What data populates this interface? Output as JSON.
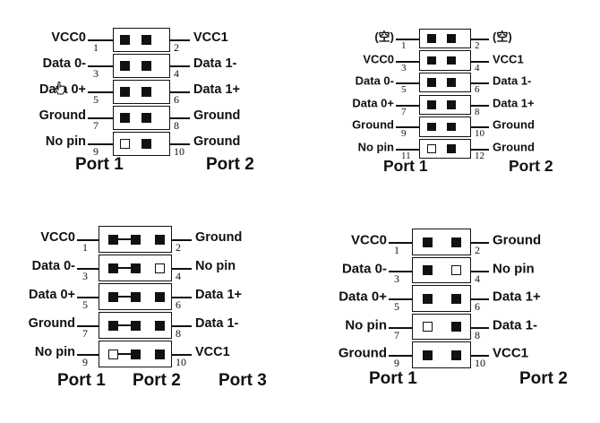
{
  "diagrams": [
    {
      "id": "d1",
      "rows": [
        {
          "left_label": "VCC0",
          "right_label": "VCC1",
          "left_num": "1",
          "right_num": "2",
          "pins": [
            "filled",
            "filled"
          ],
          "jumper": false
        },
        {
          "left_label": "Data 0-",
          "right_label": "Data 1-",
          "left_num": "3",
          "right_num": "4",
          "pins": [
            "filled",
            "filled"
          ],
          "jumper": false
        },
        {
          "left_label": "Data 0+",
          "right_label": "Data 1+",
          "left_num": "5",
          "right_num": "6",
          "pins": [
            "filled",
            "filled"
          ],
          "jumper": false
        },
        {
          "left_label": "Ground",
          "right_label": "Ground",
          "left_num": "7",
          "right_num": "8",
          "pins": [
            "filled",
            "filled"
          ],
          "jumper": false
        },
        {
          "left_label": "No pin",
          "right_label": "Ground",
          "left_num": "9",
          "right_num": "10",
          "pins": [
            "empty",
            "filled"
          ],
          "jumper": false
        }
      ],
      "ports": [
        "Port 1",
        "Port 2"
      ]
    },
    {
      "id": "d2",
      "rows": [
        {
          "left_label": "(空)",
          "right_label": "(空)",
          "left_num": "1",
          "right_num": "2",
          "pins": [
            "filled",
            "filled"
          ],
          "jumper": false
        },
        {
          "left_label": "VCC0",
          "right_label": "VCC1",
          "left_num": "3",
          "right_num": "4",
          "pins": [
            "filled",
            "filled"
          ],
          "jumper": false
        },
        {
          "left_label": "Data 0-",
          "right_label": "Data 1-",
          "left_num": "5",
          "right_num": "6",
          "pins": [
            "filled",
            "filled"
          ],
          "jumper": false
        },
        {
          "left_label": "Data 0+",
          "right_label": "Data 1+",
          "left_num": "7",
          "right_num": "8",
          "pins": [
            "filled",
            "filled"
          ],
          "jumper": false
        },
        {
          "left_label": "Ground",
          "right_label": "Ground",
          "left_num": "9",
          "right_num": "10",
          "pins": [
            "filled",
            "filled"
          ],
          "jumper": false
        },
        {
          "left_label": "No pin",
          "right_label": "Ground",
          "left_num": "11",
          "right_num": "12",
          "pins": [
            "empty",
            "filled"
          ],
          "jumper": false
        }
      ],
      "ports": [
        "Port 1",
        "Port 2"
      ]
    },
    {
      "id": "d3",
      "rows": [
        {
          "left_label": "VCC0",
          "right_label": "Ground",
          "left_num": "1",
          "right_num": "2",
          "pins": [
            "filled",
            "filled",
            "filled"
          ],
          "jumper": true
        },
        {
          "left_label": "Data 0-",
          "right_label": "No pin",
          "left_num": "3",
          "right_num": "4",
          "pins": [
            "filled",
            "filled",
            "empty"
          ],
          "jumper": true
        },
        {
          "left_label": "Data 0+",
          "right_label": "Data 1+",
          "left_num": "5",
          "right_num": "6",
          "pins": [
            "filled",
            "filled",
            "filled"
          ],
          "jumper": true
        },
        {
          "left_label": "Ground",
          "right_label": "Data 1-",
          "left_num": "7",
          "right_num": "8",
          "pins": [
            "filled",
            "filled",
            "filled"
          ],
          "jumper": true
        },
        {
          "left_label": "No pin",
          "right_label": "VCC1",
          "left_num": "9",
          "right_num": "10",
          "pins": [
            "empty",
            "filled",
            "filled"
          ],
          "jumper": true
        }
      ],
      "ports": [
        "Port 1",
        "Port 2",
        "Port 3"
      ]
    },
    {
      "id": "d4",
      "rows": [
        {
          "left_label": "VCC0",
          "right_label": "Ground",
          "left_num": "1",
          "right_num": "2",
          "pins": [
            "filled",
            "filled"
          ],
          "jumper": false
        },
        {
          "left_label": "Data 0-",
          "right_label": "No pin",
          "left_num": "3",
          "right_num": "4",
          "pins": [
            "filled",
            "empty"
          ],
          "jumper": false
        },
        {
          "left_label": "Data 0+",
          "right_label": "Data 1+",
          "left_num": "5",
          "right_num": "6",
          "pins": [
            "filled",
            "filled"
          ],
          "jumper": false
        },
        {
          "left_label": "No pin",
          "right_label": "Data 1-",
          "left_num": "7",
          "right_num": "8",
          "pins": [
            "empty",
            "filled"
          ],
          "jumper": false
        },
        {
          "left_label": "Ground",
          "right_label": "VCC1",
          "left_num": "9",
          "right_num": "10",
          "pins": [
            "filled",
            "filled"
          ],
          "jumper": false
        }
      ],
      "ports": [
        "Port 1",
        "Port 2"
      ]
    }
  ]
}
